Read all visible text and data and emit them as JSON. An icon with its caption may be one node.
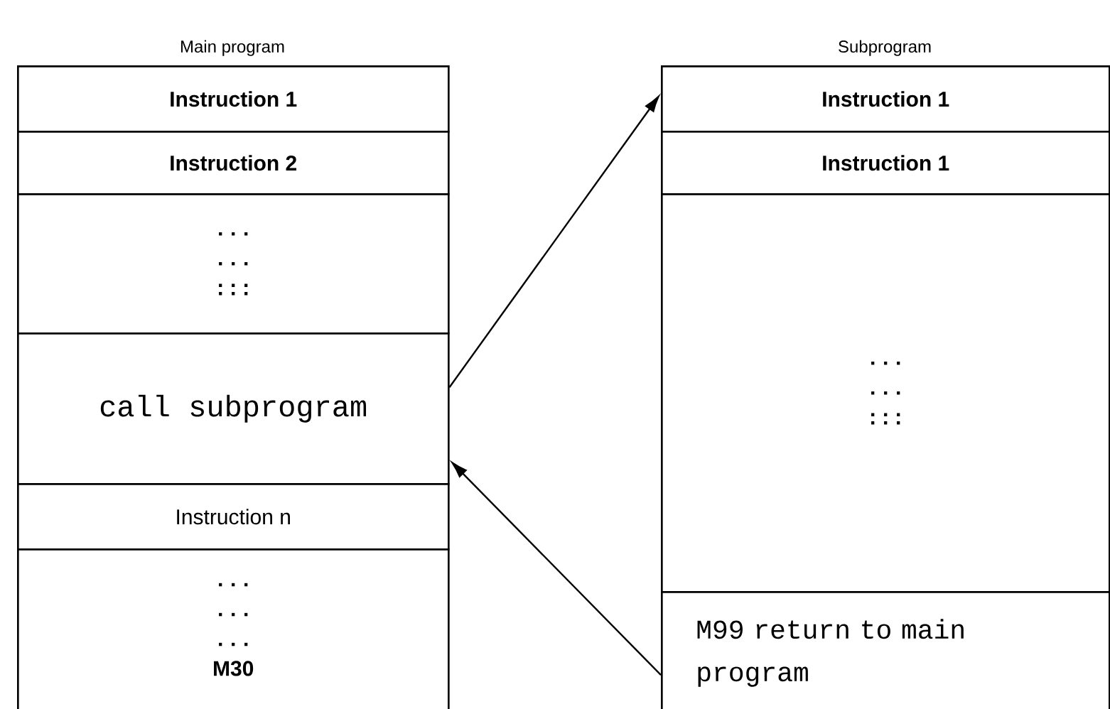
{
  "diagram": {
    "nodes": [
      {
        "text": [
          "Main program"
        ]
      },
      {
        "text": [
          "Instruction 1"
        ],
        "in": 0
      },
      {
        "text": [
          "Instruction 2"
        ],
        "in": 0
      },
      {
        "text": [
          "...",
          "...",
          ":::"
        ],
        "in": 0
      },
      {
        "text": [
          "call subprogram"
        ],
        "in": 0
      },
      {
        "text": [
          "Instruction n"
        ],
        "in": 0
      },
      {
        "text": [
          "...",
          "...",
          "...",
          "M30"
        ],
        "in": 0
      },
      {
        "text": [
          "Subprogram"
        ]
      },
      {
        "text": [
          "Instruction 1"
        ],
        "in": 7
      },
      {
        "text": [
          "Instruction 1"
        ],
        "in": 7
      },
      {
        "text": [
          "...",
          "...",
          ":::"
        ],
        "in": 7
      },
      {
        "text": [
          "M99 return to main program"
        ],
        "in": 7
      }
    ],
    "edges": [
      {
        "from": 4,
        "to": 8,
        "arrow": "to"
      },
      {
        "from": 11,
        "to": 4,
        "arrow": "to"
      }
    ]
  }
}
